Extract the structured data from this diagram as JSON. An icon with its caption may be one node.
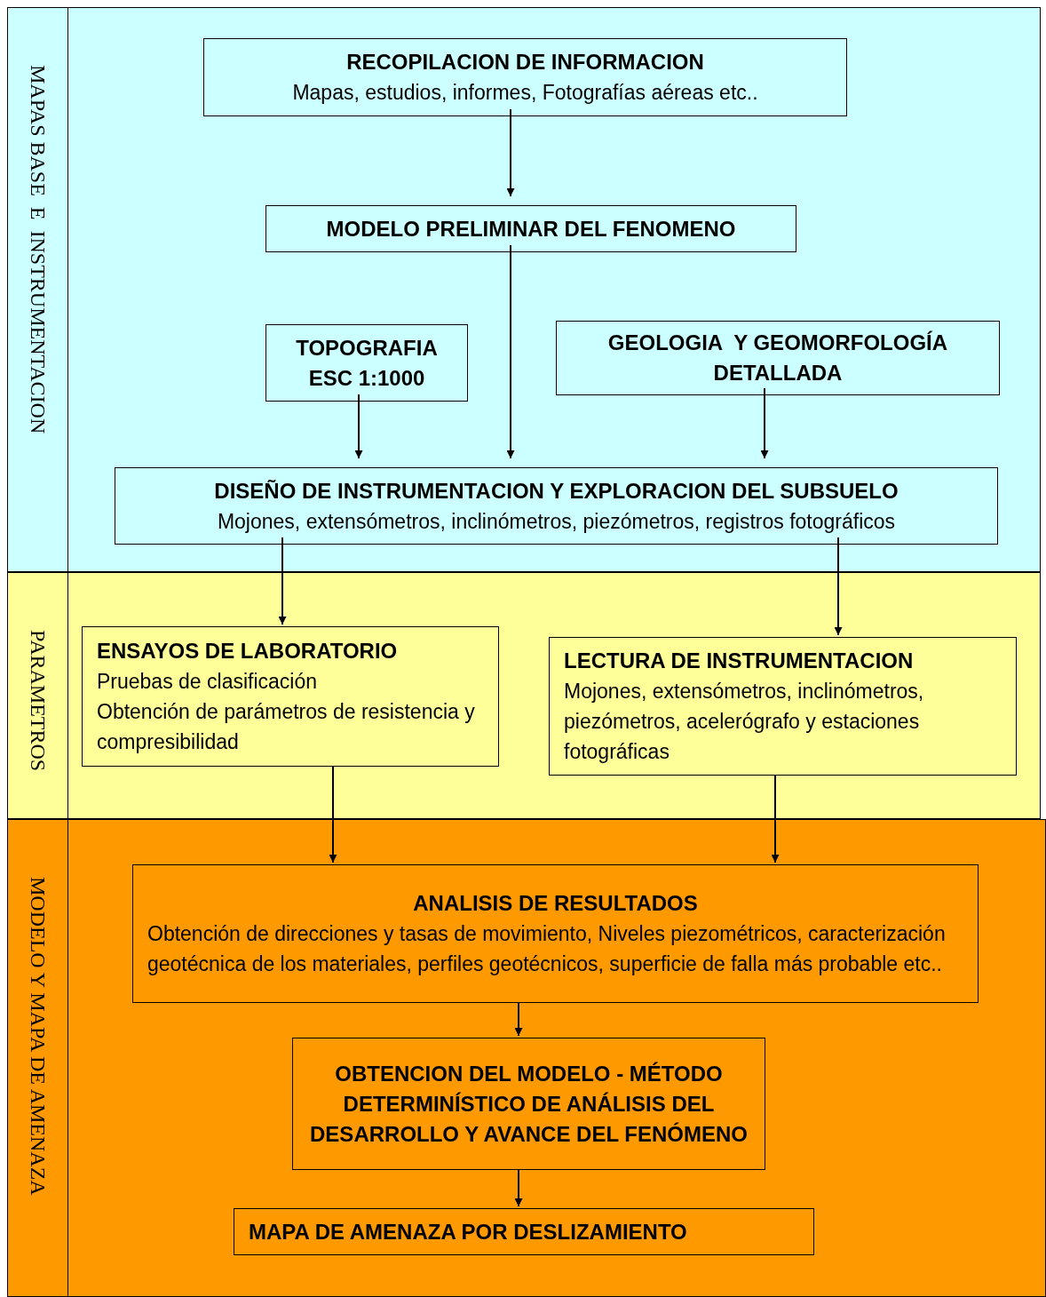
{
  "diagram": {
    "nodes": [
      {
        "text": [
          "MAPAS BASE  E  INSTRUMENTACION"
        ]
      },
      {
        "text": [
          "RECOPILACION DE INFORMACION",
          "Mapas, estudios, informes, Fotografías aéreas etc.."
        ],
        "in": 0
      },
      {
        "text": [
          "MODELO PRELIMINAR DEL FENOMENO"
        ],
        "in": 0
      },
      {
        "text": [
          "TOPOGRAFIA ESC 1:1000"
        ],
        "in": 0
      },
      {
        "text": [
          "GEOLOGIA  Y GEOMORFOLOGÍA DETALLADA"
        ],
        "in": 0
      },
      {
        "text": [
          "DISEÑO DE INSTRUMENTACION Y EXPLORACION DEL SUBSUELO",
          "Mojones, extensómetros, inclinómetros, piezómetros, registros fotográficos"
        ],
        "in": 0
      },
      {
        "text": [
          "PARAMETROS"
        ]
      },
      {
        "text": [
          "ENSAYOS DE LABORATORIO",
          "Pruebas de clasificación",
          "Obtención de parámetros de resistencia y compresibilidad"
        ],
        "in": 6
      },
      {
        "text": [
          "LECTURA DE INSTRUMENTACION",
          "Mojones, extensómetros, inclinómetros, piezómetros, acelerógrafo y estaciones fotográficas"
        ],
        "in": 6
      },
      {
        "text": [
          "MODELO Y MAPA DE AMENAZA"
        ]
      },
      {
        "text": [
          "ANALISIS DE RESULTADOS",
          "Obtención de direcciones y tasas de movimiento, Niveles piezométricos, caracterización geotécnica de los materiales, perfiles geotécnicos, superficie de falla más probable etc.."
        ],
        "in": 9
      },
      {
        "text": [
          "OBTENCION DEL MODELO - MÉTODO DETERMINÍSTICO DE ANÁLISIS DEL DESARROLLO Y AVANCE DEL FENÓMENO"
        ],
        "in": 9
      },
      {
        "text": [
          "MAPA DE AMENAZA POR DESLIZAMIENTO"
        ],
        "in": 9
      }
    ],
    "edges": [
      {
        "from": 1,
        "to": 2,
        "arrow": "to"
      },
      {
        "from": 2,
        "to": 5,
        "arrow": "to"
      },
      {
        "from": 3,
        "to": 5,
        "arrow": "to"
      },
      {
        "from": 4,
        "to": 5,
        "arrow": "to"
      },
      {
        "from": 5,
        "to": 7,
        "arrow": "to"
      },
      {
        "from": 5,
        "to": 8,
        "arrow": "to"
      },
      {
        "from": 7,
        "to": 10,
        "arrow": "to"
      },
      {
        "from": 8,
        "to": 10,
        "arrow": "to"
      },
      {
        "from": 10,
        "to": 11,
        "arrow": "to"
      },
      {
        "from": 11,
        "to": 12,
        "arrow": "to"
      }
    ]
  }
}
